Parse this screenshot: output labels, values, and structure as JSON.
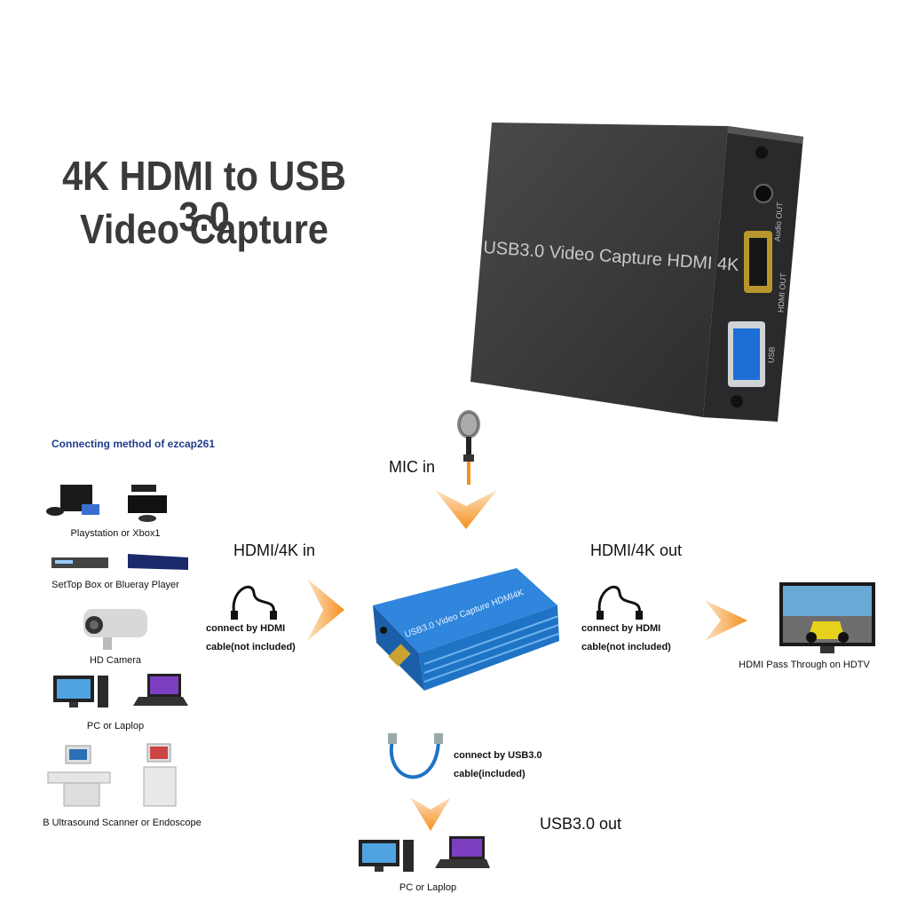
{
  "headline": {
    "line1": "4K HDMI to USB 3.0",
    "line2": "Video Capture"
  },
  "device_top": {
    "label": "USB3.0 Video Capture HDMI 4K",
    "ports": {
      "audio": "Audio OUT",
      "hdmi": "HDMI OUT",
      "usb": "USB"
    }
  },
  "device_center": {
    "label": "USB3.0 Video Capture HDMI4K"
  },
  "left_panel": {
    "title": "Connecting method of ezcap261",
    "sources": [
      "Playstation or Xbox1",
      "SetTop Box or Blueray Player",
      "HD Camera",
      "PC or Laplop",
      "B Ultrasound Scanner or Endoscope"
    ]
  },
  "flow": {
    "mic_label": "MIC in",
    "hdmi_in_label": "HDMI/4K in",
    "hdmi_in_cable": [
      "connect by HDMI",
      "cable(not included)"
    ],
    "hdmi_out_label": "HDMI/4K out",
    "hdmi_out_cable": [
      "connect by HDMI",
      "cable(not included)"
    ],
    "hdtv_label": "HDMI Pass Through on HDTV",
    "usb_cable": [
      "connect by USB3.0",
      "cable(included)"
    ],
    "usb_out_label": "USB3.0 out",
    "pc_out_label": "PC or Laplop"
  },
  "colors": {
    "arrow": "#f5901e",
    "device_blue": "#1f73c4",
    "title_blue": "#1f3d8a",
    "device_dark": "#3b3b3d"
  }
}
